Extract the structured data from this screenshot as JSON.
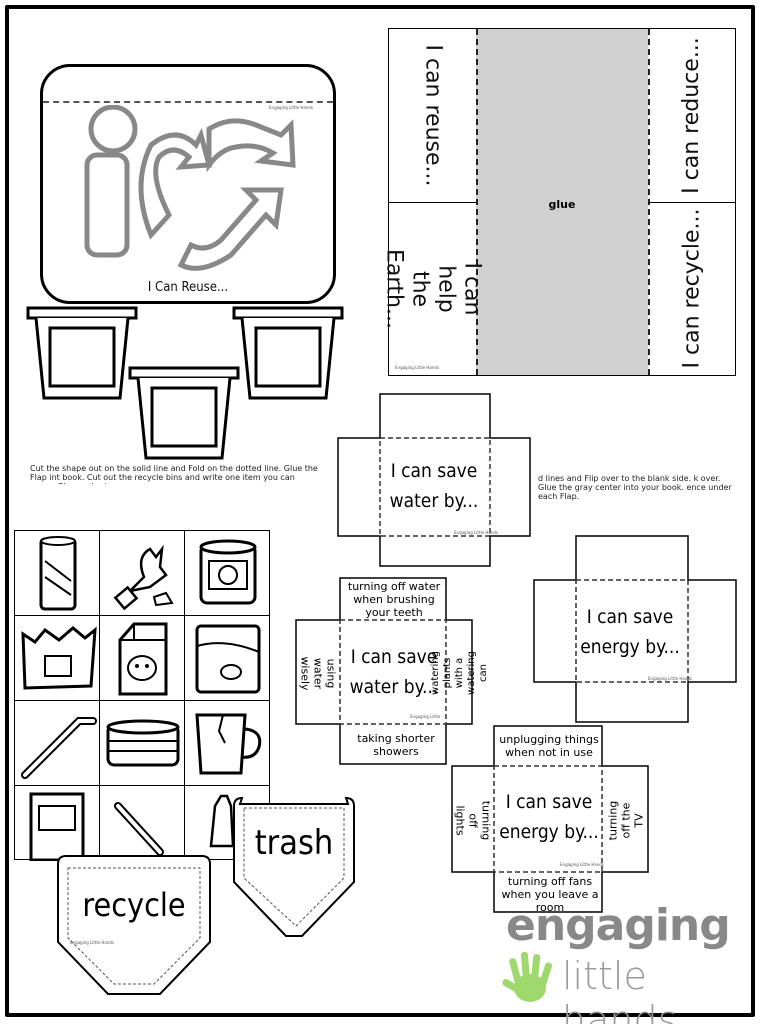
{
  "reuse_card": {
    "title": "I Can Reuse...",
    "credit": "Engaging Little Hands",
    "instructions": "Cut the shape out on the solid line and Fold on the dotted line. Glue the Flap int book.  Cut out the recycle bins and write one item you can reuse. Glue under t"
  },
  "foldable": {
    "left_top": "I can reuse...",
    "left_bottom": "I can help the Earth...",
    "center": "glue",
    "right_top": "I can reduce...",
    "right_bottom": "I can recycle...",
    "credit": "Engaging Little Hands"
  },
  "cube_water_blank": {
    "center": "I can save water by...",
    "credit": "Engaging Little Hands",
    "instructions": "d lines and Flip over to the blank side. k over. Glue the gray center into your book. ence under each Flap."
  },
  "cube_water_filled": {
    "center": "I can save water by...",
    "top": "turning off water when brushing your teeth",
    "left": "using water wisely",
    "right": "watering plants with a watering can",
    "bottom": "taking shorter showers",
    "credit": "Engaging Little"
  },
  "cube_energy_blank": {
    "center": "I can save energy by...",
    "credit": "Engaging Little Hands"
  },
  "cube_energy_filled": {
    "center": "I can save energy by...",
    "top": "unplugging things when not in use",
    "left": "turning off lights",
    "right": "turning off the TV",
    "bottom": "turning off fans when you leave a room",
    "credit": "Engaging Little Hands"
  },
  "sort_grid": {
    "items": [
      "aluminum can",
      "broken light bulb",
      "food can",
      "chip bag",
      "milk carton",
      "jar",
      "straw",
      "tin can",
      "broken mug",
      "cereal box",
      "pen",
      "bottle"
    ]
  },
  "pockets": {
    "recycle": "recycle",
    "trash": "trash",
    "credit": "Engaging Little Hands"
  },
  "logo": {
    "line1": "engaging",
    "line2": "little hands"
  }
}
